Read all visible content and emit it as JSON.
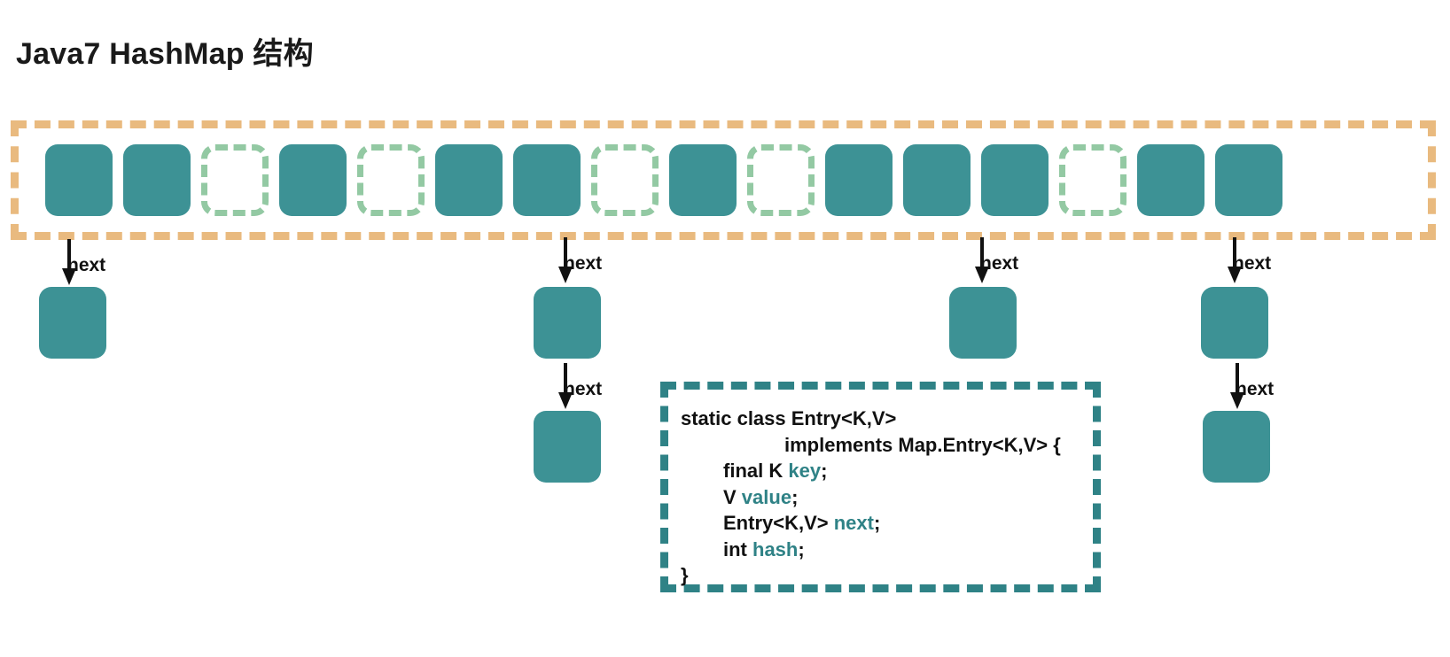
{
  "page": {
    "title": "Java7 HashMap 结构",
    "background": "#ffffff"
  },
  "colors": {
    "node_fill": "#3d9295",
    "empty_cell_border": "#93c9a3",
    "array_border": "#e9ba7f",
    "code_border": "#2f8286",
    "code_keyword": "#2f8286",
    "text": "#111111"
  },
  "bucket_array": {
    "name": "hashmap-bucket-array",
    "cell_count": 16,
    "cells": [
      {
        "index": 0,
        "state": "occupied"
      },
      {
        "index": 1,
        "state": "occupied"
      },
      {
        "index": 2,
        "state": "empty"
      },
      {
        "index": 3,
        "state": "occupied"
      },
      {
        "index": 4,
        "state": "empty"
      },
      {
        "index": 5,
        "state": "occupied"
      },
      {
        "index": 6,
        "state": "occupied"
      },
      {
        "index": 7,
        "state": "empty"
      },
      {
        "index": 8,
        "state": "occupied"
      },
      {
        "index": 9,
        "state": "empty"
      },
      {
        "index": 10,
        "state": "occupied"
      },
      {
        "index": 11,
        "state": "occupied"
      },
      {
        "index": 12,
        "state": "occupied"
      },
      {
        "index": 13,
        "state": "empty"
      },
      {
        "index": 14,
        "state": "occupied"
      },
      {
        "index": 15,
        "state": "occupied"
      }
    ]
  },
  "chains": [
    {
      "id": "chain-0",
      "bucket_index": 0,
      "node_count": 1,
      "arrow_labels": [
        "next"
      ]
    },
    {
      "id": "chain-1",
      "bucket_index": 6,
      "node_count": 2,
      "arrow_labels": [
        "next",
        "next"
      ]
    },
    {
      "id": "chain-2",
      "bucket_index": 11,
      "node_count": 1,
      "arrow_labels": [
        "next"
      ]
    },
    {
      "id": "chain-3",
      "bucket_index": 14,
      "node_count": 2,
      "arrow_labels": [
        "next",
        "next"
      ]
    }
  ],
  "arrow_label_text": "next",
  "code_box": {
    "name": "entry-class-definition",
    "lines": [
      {
        "indent": 0,
        "text": "static class Entry<K,V>"
      },
      {
        "indent": 2,
        "text": "implements Map.Entry<K,V> {"
      },
      {
        "indent": 1,
        "plain_before": "final K ",
        "keyword": "key",
        "plain_after": ";"
      },
      {
        "indent": 1,
        "plain_before": "V ",
        "keyword": "value",
        "plain_after": ";"
      },
      {
        "indent": 1,
        "plain_before": "Entry<K,V> ",
        "keyword": "next",
        "plain_after": ";"
      },
      {
        "indent": 1,
        "plain_before": "int ",
        "keyword": "hash",
        "plain_after": ";"
      },
      {
        "indent": 0,
        "text": "}"
      }
    ]
  }
}
